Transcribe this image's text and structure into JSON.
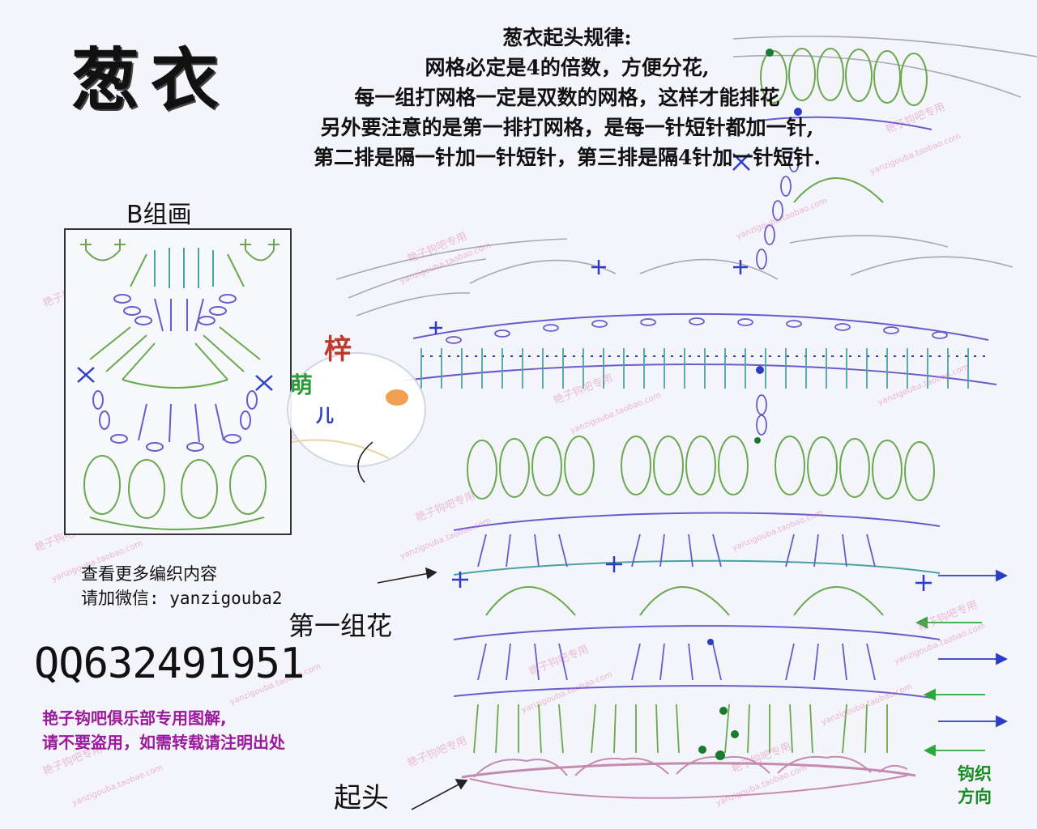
{
  "title": "葱衣",
  "rules": {
    "heading": "葱衣起头规律:",
    "lines": [
      "网格必定是4的倍数，方便分花,",
      "每一组打网格一定是双数的网格，这样才能排花",
      "另外要注意的是第一排打网格，是每一针短针都加一针,",
      "第二排是隔一针加一针短针，第三排是隔4针加一针短针."
    ]
  },
  "section_b": {
    "label": "B组画"
  },
  "more_info": {
    "line1": "查看更多编织内容",
    "line2": "请加微信: yanzigouba2"
  },
  "first_group_label": "第一组花",
  "qq": "QQ632491951",
  "club": {
    "line1": "艳子钩吧俱乐部专用图解,",
    "line2": "请不要盗用，如需转载请注明出处"
  },
  "start_label": "起头",
  "direction": {
    "line1": "钩织",
    "line2": "方向"
  },
  "watermark": {
    "url": "yanzigouba.taobao.com",
    "cn": "艳子钩吧专用"
  },
  "mascot": {
    "char1": "梓",
    "char2": "萌",
    "char3": "儿"
  },
  "colors": {
    "green": "#6aa84f",
    "purple": "#6a5acd",
    "blue": "#2c3cc8",
    "pink": "#c48ab0",
    "teal": "#4aa3a3",
    "watermark": "#e080b0",
    "club_text": "#9b1a9b",
    "direction_text": "#1a8a22"
  }
}
